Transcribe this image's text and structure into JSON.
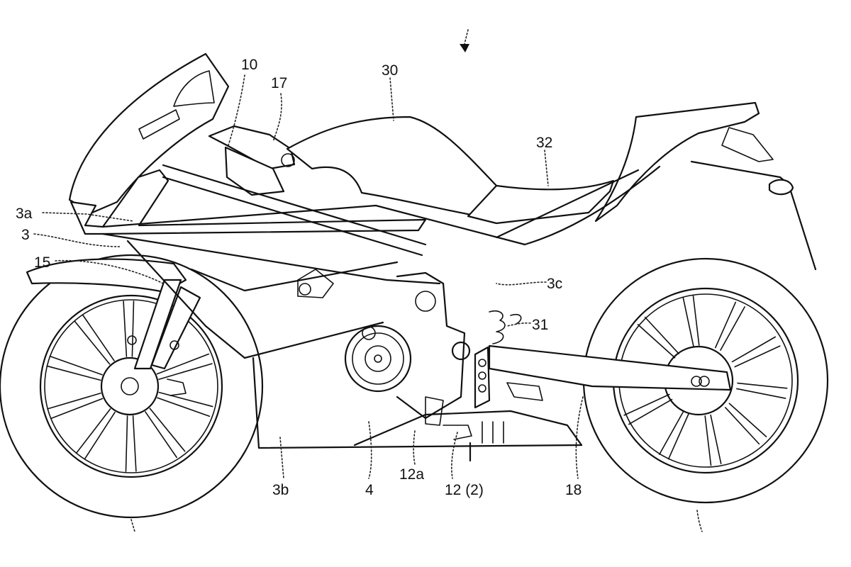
{
  "figure": {
    "title": "Motorcycle side view (patent drawing)",
    "style": {
      "line_color": "#111111",
      "background": "#ffffff"
    }
  },
  "labels": [
    {
      "id": "10",
      "text": "10",
      "part": "handlebar-steering"
    },
    {
      "id": "17",
      "text": "17",
      "part": "handle-grip"
    },
    {
      "id": "30",
      "text": "30",
      "part": "fuel-tank"
    },
    {
      "id": "32",
      "text": "32",
      "part": "seat"
    },
    {
      "id": "3a",
      "text": "3a",
      "part": "front-cowl"
    },
    {
      "id": "3",
      "text": "3",
      "part": "body-cover"
    },
    {
      "id": "15",
      "text": "15",
      "part": "front-fork"
    },
    {
      "id": "3c",
      "text": "3c",
      "part": "side-cover"
    },
    {
      "id": "31",
      "text": "31",
      "part": "rear-suspension"
    },
    {
      "id": "3b",
      "text": "3b",
      "part": "under-cowl"
    },
    {
      "id": "4",
      "text": "4",
      "part": "engine"
    },
    {
      "id": "12a",
      "text": "12a",
      "part": "shift-pedal-part"
    },
    {
      "id": "12(2)",
      "text": "12 (2)",
      "part": "change-pedal"
    },
    {
      "id": "18",
      "text": "18",
      "part": "swing-arm"
    }
  ],
  "markers": {
    "top_arrow": {
      "symbol": "arrow-down",
      "meaning": "overall-vehicle-reference"
    }
  }
}
